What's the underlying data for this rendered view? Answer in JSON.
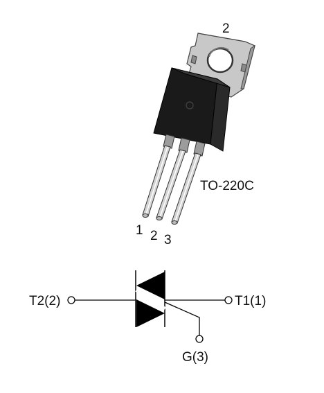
{
  "package": {
    "name": "TO-220C",
    "tab_pin_label": "2",
    "pin_labels": [
      "1",
      "2",
      "3"
    ]
  },
  "symbol": {
    "terminals": {
      "t2": "T2(2)",
      "t1": "T1(1)",
      "gate": "G(3)"
    }
  },
  "colors": {
    "body": "#1a1a1a",
    "tab": "#c8c8c8",
    "tab_shade": "#9a9a9a",
    "lead": "#d4d4d4",
    "line": "#000000"
  }
}
